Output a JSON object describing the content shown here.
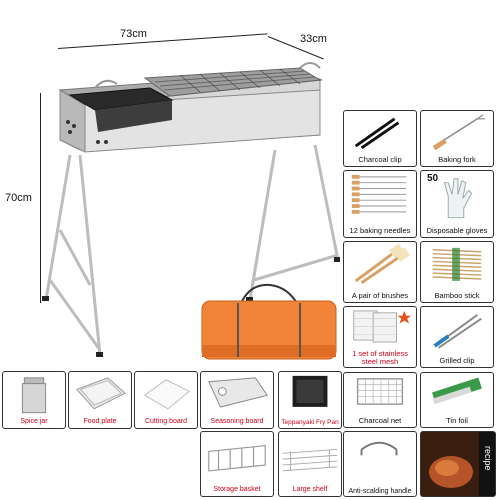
{
  "dimensions": {
    "width_label": "73cm",
    "depth_label": "33cm",
    "height_label": "70cm"
  },
  "accessories": [
    {
      "label": "Charcoal clip",
      "icon": "charcoal-clip-icon"
    },
    {
      "label": "Baking fork",
      "icon": "baking-fork-icon"
    },
    {
      "label": "12 baking needles",
      "icon": "baking-needles-icon"
    },
    {
      "label": "Disposable gloves",
      "icon": "gloves-icon",
      "count": "50"
    },
    {
      "label": "A pair of brushes",
      "icon": "brushes-icon"
    },
    {
      "label": "Bamboo stick",
      "icon": "bamboo-stick-icon"
    },
    {
      "label": "1 set of stainless steel mesh",
      "icon": "steel-mesh-icon"
    },
    {
      "label": "Grilled clip",
      "icon": "grilled-clip-icon"
    },
    {
      "label": "Charcoal net",
      "icon": "charcoal-net-icon"
    },
    {
      "label": "Tin foil",
      "icon": "tin-foil-icon"
    }
  ],
  "bottom_items": [
    {
      "label": "Spice jar",
      "icon": "spice-jar-icon"
    },
    {
      "label": "Food plate",
      "icon": "food-plate-icon"
    },
    {
      "label": "Cutting board",
      "icon": "cutting-board-icon"
    },
    {
      "label": "Seasoning board",
      "icon": "seasoning-board-icon"
    },
    {
      "label": "Teppanyaki Fry Pan",
      "icon": "fry-pan-icon"
    },
    {
      "label": "Storage basket",
      "icon": "storage-basket-icon"
    },
    {
      "label": "Large shelf",
      "icon": "large-shelf-icon"
    },
    {
      "label": "Anti-scalding handle",
      "icon": "anti-scalding-handle-icon"
    },
    {
      "label": "recipe",
      "icon": "recipe-icon"
    }
  ],
  "colors": {
    "red_label": "#d0001a",
    "bag_orange": "#f2843a",
    "steel": "#c9c9c9"
  }
}
